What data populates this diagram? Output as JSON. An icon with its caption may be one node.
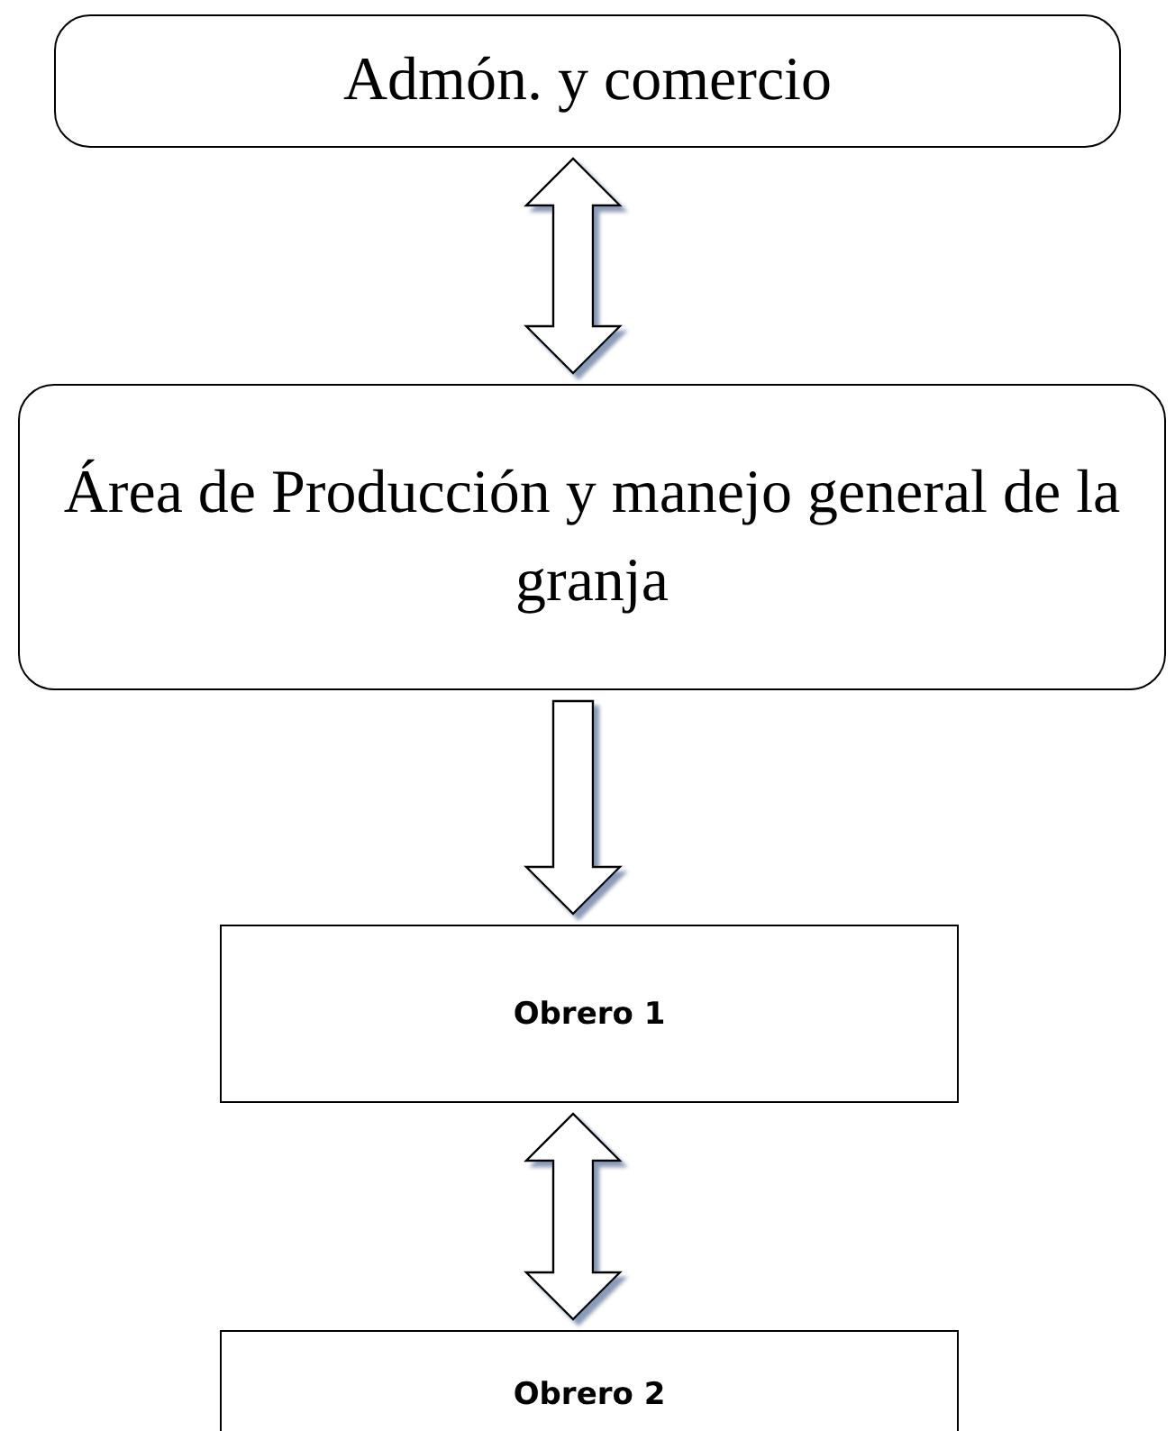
{
  "diagram": {
    "nodes": [
      {
        "text": [
          "Admón. y comercio"
        ]
      },
      {
        "text": [
          "Área de Producción y manejo general de la granja"
        ]
      },
      {
        "text": [
          "Obrero 1"
        ]
      },
      {
        "text": [
          "Obrero 2"
        ]
      }
    ],
    "edges": [
      {
        "from": 0,
        "to": 1,
        "arrow": "both"
      },
      {
        "from": 1,
        "to": 2,
        "arrow": "to"
      },
      {
        "from": 2,
        "to": 3,
        "arrow": "both"
      }
    ]
  }
}
